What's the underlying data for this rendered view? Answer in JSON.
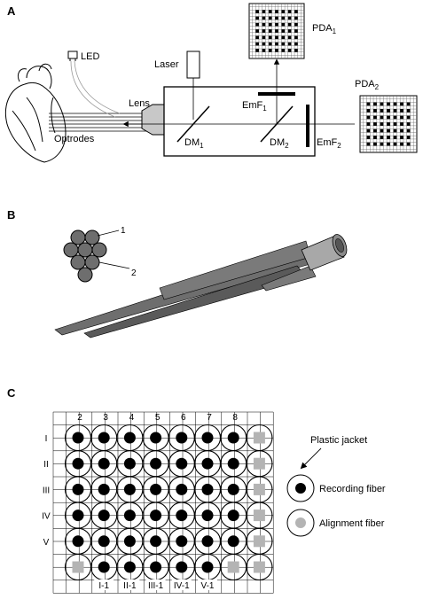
{
  "panels": {
    "a": {
      "letter": "A",
      "led": "LED",
      "laser": "Laser",
      "lens": "Lens",
      "optrodes": "Optrodes",
      "dm1": {
        "base": "DM",
        "sub": "1"
      },
      "dm2": {
        "base": "DM",
        "sub": "2"
      },
      "emf1": {
        "base": "EmF",
        "sub": "1"
      },
      "emf2": {
        "base": "EmF",
        "sub": "2"
      },
      "pda1": {
        "base": "PDA",
        "sub": "1"
      },
      "pda2": {
        "base": "PDA",
        "sub": "2"
      }
    },
    "b": {
      "letter": "B",
      "callout1": "1",
      "callout2": "2"
    },
    "c": {
      "letter": "C",
      "col_labels": [
        "2",
        "3",
        "4",
        "5",
        "6",
        "7",
        "8"
      ],
      "row_labels": [
        "I",
        "II",
        "III",
        "IV",
        "V"
      ],
      "bottom_labels": [
        "I-1",
        "II-1",
        "III-1",
        "IV-1",
        "V-1"
      ],
      "legend": {
        "jacket": "Plastic jacket",
        "recording": "Recording fiber",
        "alignment": "Alignment fiber"
      },
      "fiber_rows": [
        [
          "R",
          "R",
          "R",
          "R",
          "R",
          "R",
          "R",
          "A"
        ],
        [
          "R",
          "R",
          "R",
          "R",
          "R",
          "R",
          "R",
          "A"
        ],
        [
          "R",
          "R",
          "R",
          "R",
          "R",
          "R",
          "R",
          "A"
        ],
        [
          "R",
          "R",
          "R",
          "R",
          "R",
          "R",
          "R",
          "A"
        ],
        [
          "R",
          "R",
          "R",
          "R",
          "R",
          "R",
          "R",
          "A"
        ],
        [
          "A",
          "R",
          "R",
          "R",
          "R",
          "R",
          "A",
          "A"
        ]
      ]
    }
  },
  "colors": {
    "ink": "#000000",
    "alignment_fiber": "#b4b4b4",
    "bundle_gray": "#6e6e6e",
    "bundle_light": "#a8a8a8",
    "pda_grid": "#666666"
  }
}
